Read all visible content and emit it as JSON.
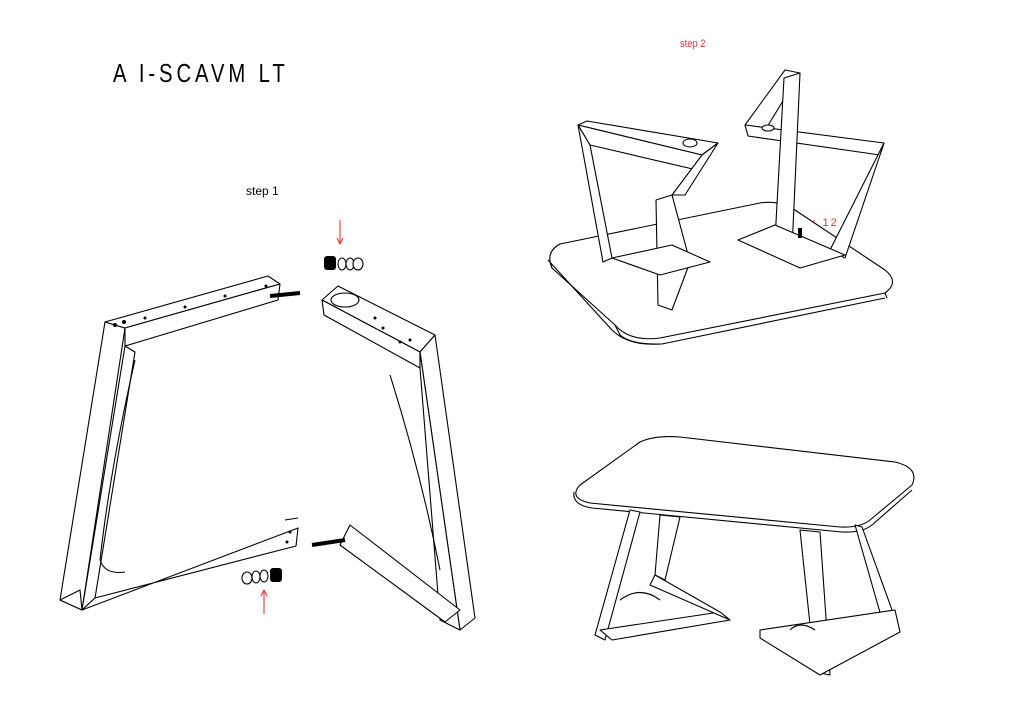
{
  "title": "A I-SCAVM LT",
  "steps": {
    "step1_label": "step 1",
    "step2_label": "step 2",
    "screws_count_label": "x 12"
  },
  "colors": {
    "annotation": "#e33333",
    "lines": "#000000"
  }
}
